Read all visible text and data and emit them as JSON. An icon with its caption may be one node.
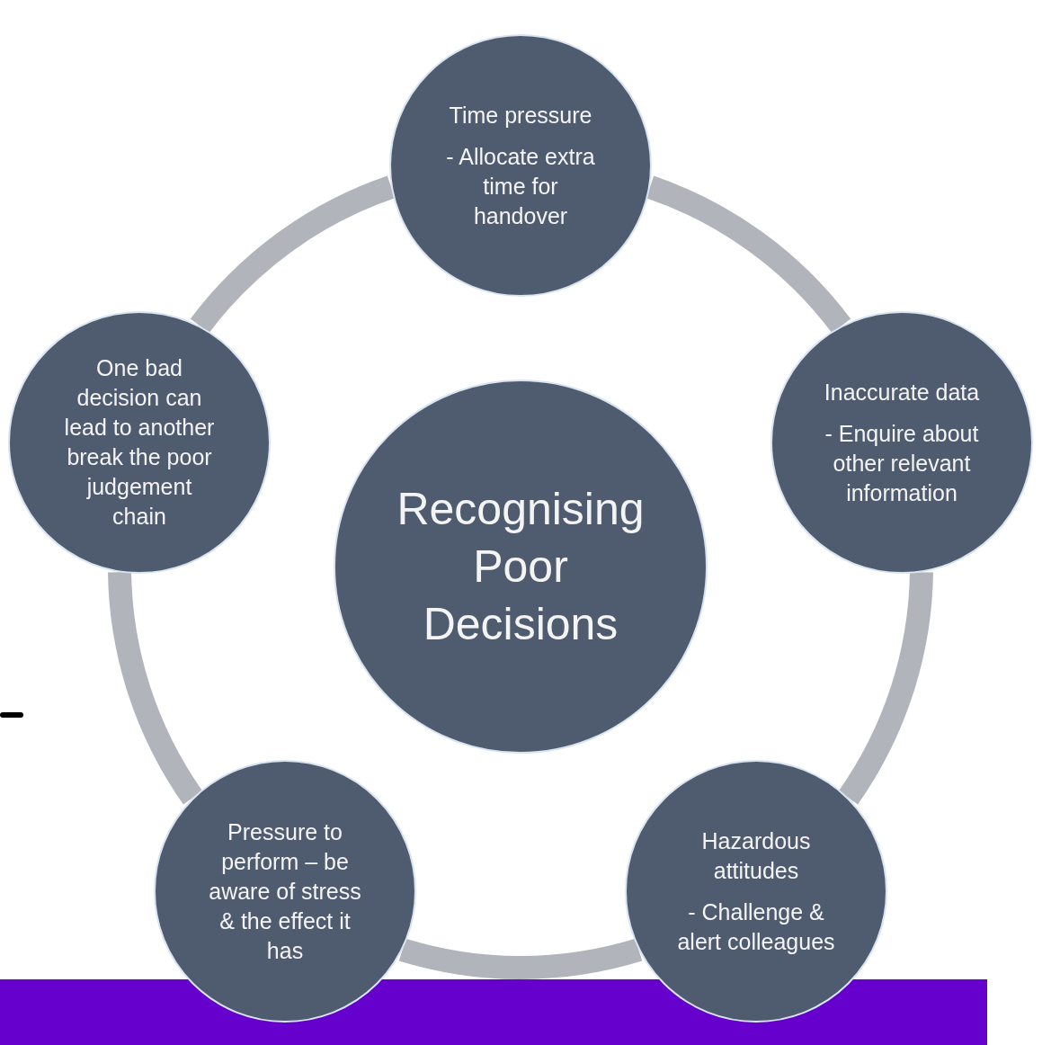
{
  "diagram": {
    "nodes": [
      {
        "text": [
          "Recognising Poor Decisions"
        ]
      },
      {
        "text": [
          "Time pressure",
          "- Allocate extra time for handover"
        ]
      },
      {
        "text": [
          "Inaccurate data",
          "- Enquire about other relevant information"
        ]
      },
      {
        "text": [
          "Hazardous attitudes",
          "- Challenge & alert colleagues"
        ]
      },
      {
        "text": [
          "Pressure to perform – be aware of stress & the effect it has"
        ]
      },
      {
        "text": [
          "One bad decision can lead to another break the poor judgement chain"
        ]
      }
    ],
    "edges": [
      {
        "from": 1,
        "to": 2,
        "arrow": "none"
      },
      {
        "from": 2,
        "to": 3,
        "arrow": "none"
      },
      {
        "from": 3,
        "to": 4,
        "arrow": "none"
      },
      {
        "from": 4,
        "to": 5,
        "arrow": "none"
      },
      {
        "from": 5,
        "to": 1,
        "arrow": "none"
      }
    ]
  }
}
